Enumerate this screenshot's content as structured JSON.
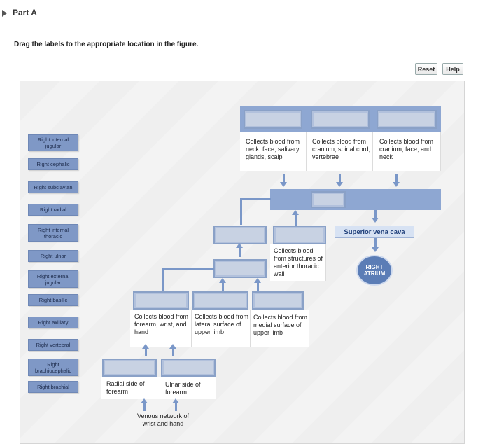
{
  "header": {
    "part_label": "Part A"
  },
  "instructions": "Drag the labels to the appropriate location in the figure.",
  "toolbar": {
    "reset_label": "Reset",
    "help_label": "Help"
  },
  "label_bank": [
    "Right internal jugular",
    "Right cephalic",
    "Right subclavian",
    "Right radial",
    "Right internal thoracic",
    "Right ulnar",
    "Right external jugular",
    "Right basilic",
    "Right axillary",
    "Right vertebral",
    "Right brachiocephalic",
    "Right brachial"
  ],
  "figure": {
    "head_neck": [
      "Collects blood from neck, face, salivary glands, scalp",
      "Collects blood from cranium, spinal cord, vertebrae",
      "Collects blood from cranium, face, and neck"
    ],
    "thoracic_wall": "Collects blood from structures of anterior thoracic wall",
    "upper_limb": [
      "Collects blood from forearm, wrist, and hand",
      "Collects blood from lateral surface of upper limb",
      "Collects blood from medial surface of upper limb"
    ],
    "forearm": [
      "Radial side of forearm",
      "Ulnar side of forearm"
    ],
    "venous_network": "Venous network of wrist and hand",
    "superior_vena_cava": "Superior vena cava",
    "right_atrium": "RIGHT ATRIUM"
  },
  "colors": {
    "label_tile": "#7f98c6",
    "drop_zone": "#c8d2e3",
    "arrow": "#7a97c8",
    "atrium": "#5b7db6"
  }
}
